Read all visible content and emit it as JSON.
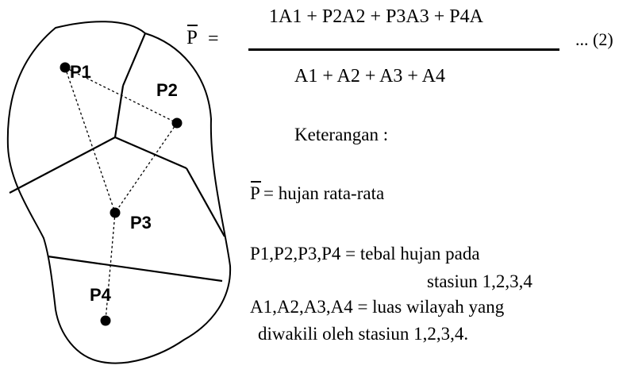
{
  "diagram": {
    "stations": [
      {
        "label": "P1"
      },
      {
        "label": "P2"
      },
      {
        "label": "P3"
      },
      {
        "label": "P4"
      }
    ]
  },
  "formula": {
    "lhs": "P",
    "equals": "=",
    "numerator": "1A1 + P2A2 + P3A3 + P4A",
    "denominator": "A1 + A2 + A3 + A4",
    "eq_number": "... (2)"
  },
  "notes": {
    "heading": "Keterangan :",
    "pbar_symbol": "P",
    "pbar_def": "= hujan  rata-rata",
    "stations_def_line1": "P1,P2,P3,P4  = tebal hujan  pada",
    "stations_def_line2": "stasiun  1,2,3,4",
    "area_def_line1": "A1,A2,A3,A4 = luas  wilayah  yang",
    "area_def_line2": "diwakili  oleh  stasiun  1,2,3,4."
  }
}
